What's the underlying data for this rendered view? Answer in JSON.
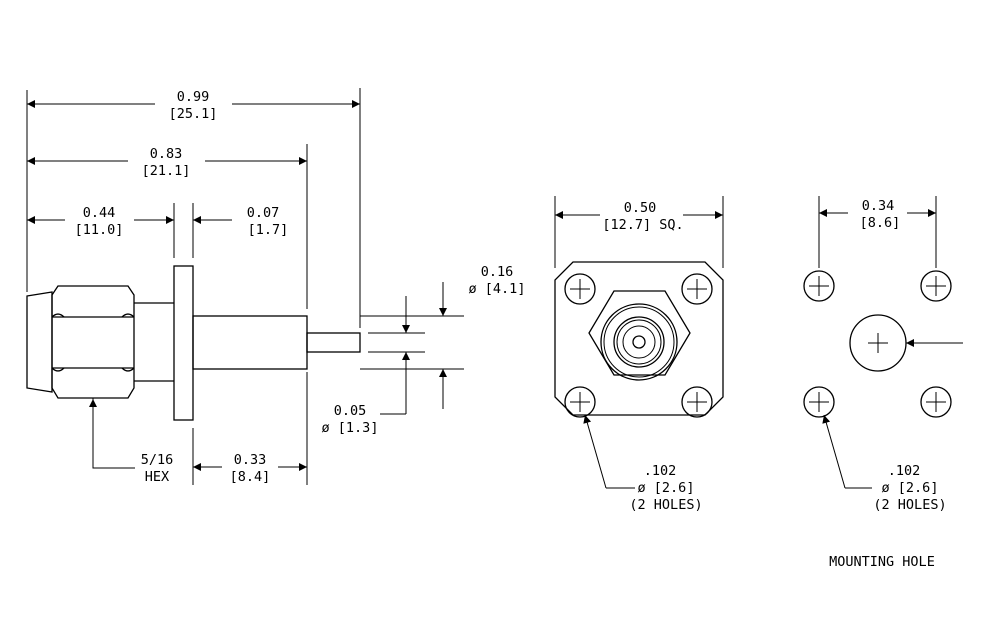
{
  "side_view": {
    "overall_length": {
      "value": "0.99",
      "metric": "[25.1]"
    },
    "body_length": {
      "value": "0.83",
      "metric": "[21.1]"
    },
    "hex_length": {
      "value": "0.44",
      "metric": "[11.0]"
    },
    "flange_thickness": {
      "value": "0.07",
      "metric": "[1.7]"
    },
    "pin_diameter_large": {
      "value": "0.16",
      "diameter_metric": "ø [4.1]"
    },
    "pin_diameter_small": {
      "value": "0.05",
      "diameter_metric": "ø [1.3]"
    },
    "rear_length": {
      "value": "0.33",
      "metric": "[8.4]"
    },
    "hex_label": {
      "size": "5/16",
      "type": "HEX"
    }
  },
  "front_view": {
    "flange_size": {
      "value": "0.50",
      "metric": "[12.7] SQ."
    },
    "hole_callout": {
      "value": ".102",
      "diameter_metric": "ø [2.6]",
      "count": "(2 HOLES)"
    }
  },
  "mounting_view": {
    "hole_spacing": {
      "value": "0.34",
      "metric": "[8.6]"
    },
    "hole_callout": {
      "value": ".102",
      "diameter_metric": "ø [2.6]",
      "count": "(2 HOLES)"
    },
    "title": "MOUNTING HOLE"
  }
}
